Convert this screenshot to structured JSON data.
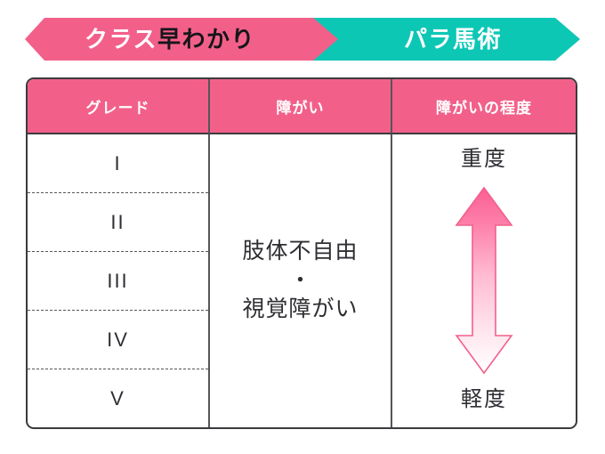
{
  "banner": {
    "left": {
      "text": "クラス早わかり",
      "segment_white": "クラス",
      "segment_dark": "早わかり",
      "color": "#f2608a"
    },
    "right": {
      "text": "パラ馬術",
      "color": "#0dc7b5"
    }
  },
  "table": {
    "headers": [
      "グレード",
      "障がい",
      "障がいの程度"
    ],
    "header_bg": "#f2608a",
    "header_text_color": "#ffffff",
    "border_color": "#3b3b3f",
    "grades": [
      "I",
      "II",
      "III",
      "IV",
      "V"
    ],
    "disability": {
      "line1": "肢体不自由",
      "separator": "・",
      "line2": "視覚障がい"
    },
    "severity": {
      "top_label": "重度",
      "bottom_label": "軽度",
      "arrow_icon": "double-headed-vertical-arrow",
      "arrow_color_top": "#fb5f93",
      "arrow_color_bottom": "#ffffff",
      "arrow_outline": "#f2608a"
    }
  }
}
